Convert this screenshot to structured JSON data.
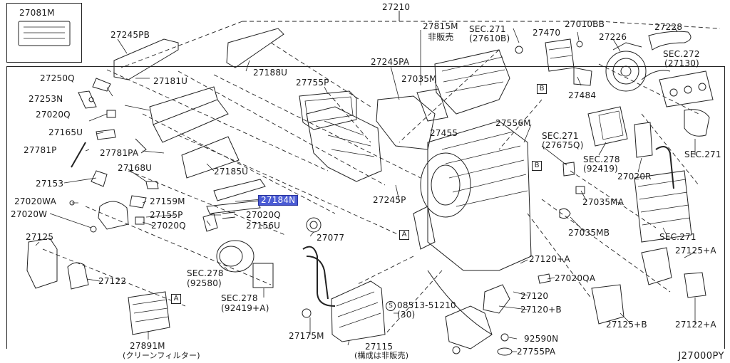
{
  "inset_part": "27081M",
  "assembly_part": "27210",
  "footer_code": "J27000PY",
  "note_not_sold": "非販売",
  "ref_markers": {
    "a": "A",
    "b": "B",
    "s": "S"
  },
  "labels": {
    "p27245PB": "27245PB",
    "p27188U": "27188U",
    "p27250Q": "27250Q",
    "p27181U": "27181U",
    "p27253N": "27253N",
    "p27020Q_a": "27020Q",
    "p27165U": "27165U",
    "p27781P": "27781P",
    "p27781PA": "27781PA",
    "p27168U": "27168U",
    "p27185U": "27185U",
    "p27153": "27153",
    "p27020WA": "27020WA",
    "p27159M": "27159M",
    "p27184N": "27184N",
    "p27020W": "27020W",
    "p27155P": "27155P",
    "p27020Q_b": "27020Q",
    "p27020Q_c": "27020Q",
    "p27156U": "27156U",
    "p27077": "27077",
    "p27125": "27125",
    "p27122": "27122",
    "sec278_92580": "SEC.278",
    "sec278_92580_sub": "(92580)",
    "sec278_92419A": "SEC.278",
    "sec278_92419A_sub": "(92419+A)",
    "p27891M": "27891M",
    "p27891M_sub": "(クリーンフィルター)",
    "p27175M": "27175M",
    "p27115": "27115",
    "p27115_sub": "(構成は非販売)",
    "p08513": "08513-51210",
    "p08513_sub": "(30)",
    "p27815M": "27815M",
    "sec271_27610B": "SEC.271",
    "sec271_27610B_sub": "(27610B)",
    "p27470": "27470",
    "p27010BB": "27010BB",
    "p27226": "27226",
    "p27228": "27228",
    "sec272_27130": "SEC.272",
    "sec272_27130_sub": "(27130)",
    "p27755P": "27755P",
    "p27245PA": "27245PA",
    "p27035M": "27035M",
    "p27484": "27484",
    "p27455": "27455",
    "p27556M": "27556M",
    "sec271_27675Q": "SEC.271",
    "sec271_27675Q_sub": "(27675Q)",
    "sec278_92419": "SEC.278",
    "sec278_92419_sub": "(92419)",
    "p27020R": "27020R",
    "sec271_right": "SEC.271",
    "p27245P": "27245P",
    "p27035MA": "27035MA",
    "p27035MB": "27035MB",
    "sec271_evap": "SEC.271",
    "p27125A": "27125+A",
    "p27120A": "27120+A",
    "p27020QA": "27020QA",
    "p27120": "27120",
    "p27120B": "27120+B",
    "p27125B": "27125+B",
    "p27122A": "27122+A",
    "p92590N": "92590N",
    "p27755PA": "27755PA"
  }
}
